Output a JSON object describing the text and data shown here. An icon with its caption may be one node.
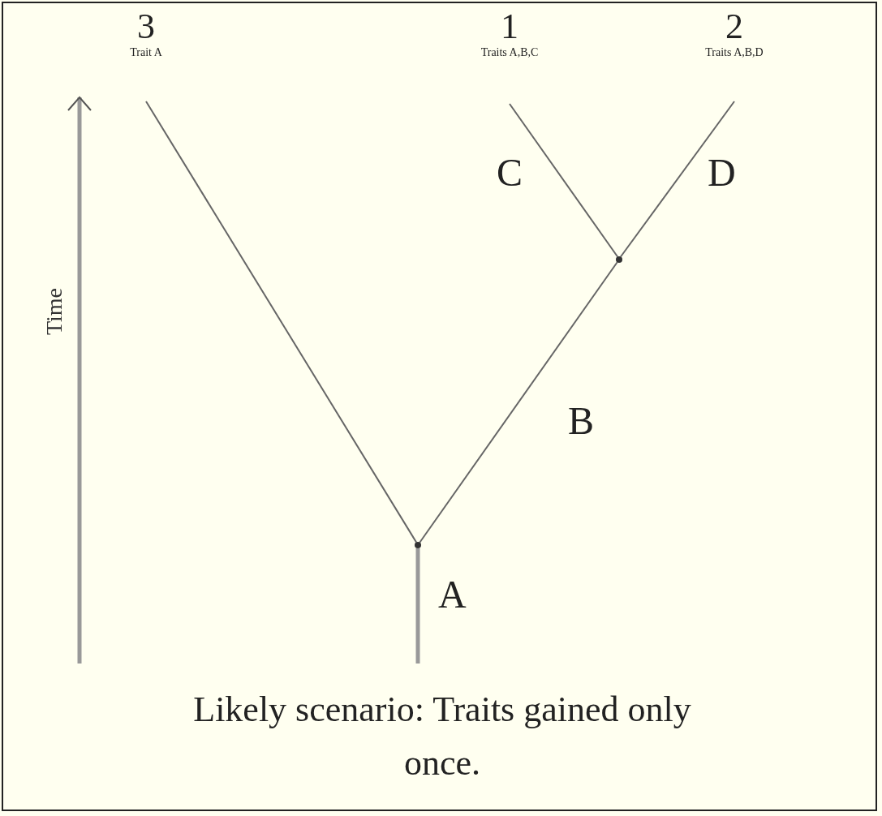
{
  "diagram": {
    "caption": "Likely scenario: Traits gained only once.",
    "nodes": [
      {
        "text": [
          "3",
          "Trait A"
        ]
      },
      {
        "text": [
          "1",
          "Traits A,B,C"
        ]
      },
      {
        "text": [
          "2",
          "Traits A,B,D"
        ]
      },
      {
        "text": [],
        "shape": "dot"
      },
      {
        "text": [],
        "shape": "dot"
      }
    ],
    "edges": [
      {
        "from": null,
        "to": 3,
        "arrow": "none",
        "label": "A",
        "style": "thick"
      },
      {
        "from": 3,
        "to": 0,
        "arrow": "none"
      },
      {
        "from": 3,
        "to": 4,
        "arrow": "none",
        "label": "B"
      },
      {
        "from": 4,
        "to": 1,
        "arrow": "none",
        "label": "C"
      },
      {
        "from": 4,
        "to": 2,
        "arrow": "none",
        "label": "D"
      }
    ],
    "labels": [
      "Time"
    ]
  }
}
